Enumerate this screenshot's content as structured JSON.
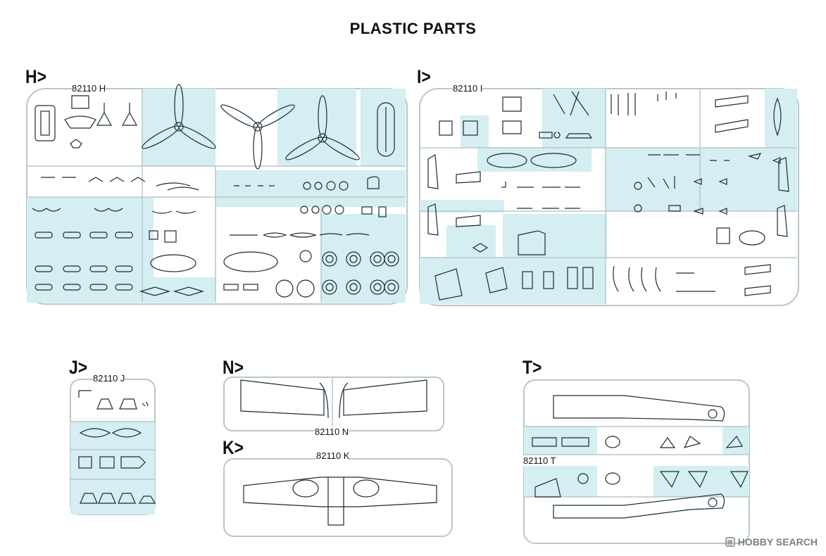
{
  "page": {
    "title": "PLASTIC PARTS"
  },
  "colors": {
    "sprue_fill": "#d4eef2",
    "part_line": "#1c2a36",
    "frame_line": "#b7c7cc"
  },
  "sprues": [
    {
      "id": "H",
      "letter": "H>",
      "code": "82110 H"
    },
    {
      "id": "I",
      "letter": "I>",
      "code": "82110 I"
    },
    {
      "id": "J",
      "letter": "J>",
      "code": "82110 J"
    },
    {
      "id": "N",
      "letter": "N>",
      "code": "82110 N"
    },
    {
      "id": "K",
      "letter": "K>",
      "code": "82110 K"
    },
    {
      "id": "T",
      "letter": "T>",
      "code": "82110 T"
    }
  ],
  "watermark": {
    "logo_icon": "hobby-search-logo",
    "text": "HOBBY SEARCH"
  }
}
